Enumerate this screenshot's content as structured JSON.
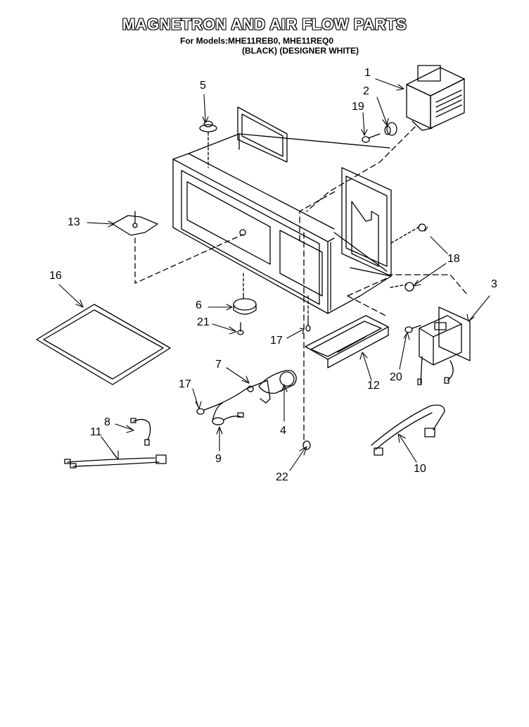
{
  "title": "MAGNETRON AND AIR FLOW PARTS",
  "models_line": "For Models:MHE11REB0, MHE11REQ0",
  "variants_line": "(BLACK)  (DESIGNER WHITE)",
  "callouts": [
    "1",
    "2",
    "19",
    "5",
    "13",
    "16",
    "6",
    "21",
    "17",
    "18",
    "3",
    "20",
    "12",
    "7",
    "17",
    "4",
    "8",
    "11",
    "9",
    "22",
    "10"
  ]
}
